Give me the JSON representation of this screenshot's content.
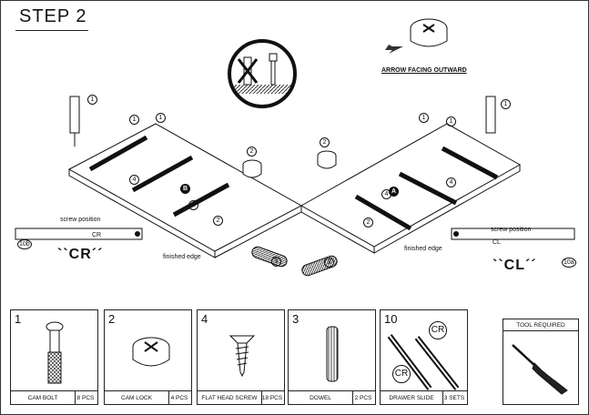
{
  "step_title": "STEP 2",
  "arrow_note": "ARROW FACING OUTWARD",
  "left_assembly": {
    "callouts": [
      "1",
      "1",
      "1",
      "4",
      "4",
      "2",
      "2",
      "3"
    ],
    "panel_letter": "B",
    "screw_position": "screw position",
    "finished_edge": "finished edge",
    "slide_tag": "10b",
    "slide_code": "CR",
    "side_label": "``CR´´"
  },
  "right_assembly": {
    "callouts": [
      "1",
      "1",
      "1",
      "4",
      "4",
      "2",
      "2",
      "3"
    ],
    "panel_letter": "A",
    "screw_position": "screw position",
    "finished_edge": "finished edge",
    "slide_tag": "10a",
    "slide_code": "CL",
    "side_label": "``CL´´"
  },
  "parts": [
    {
      "qty": "1",
      "name": "CAM BOLT",
      "pcs": "8 PCS"
    },
    {
      "qty": "2",
      "name": "CAM LOCK",
      "pcs": "4 PCS"
    },
    {
      "qty": "4",
      "name": "FLAT HEAD SCREW",
      "pcs": "18 PCS"
    },
    {
      "qty": "3",
      "name": "DOWEL",
      "pcs": "2 PCS"
    },
    {
      "qty": "10",
      "name": "DRAWER SLIDE",
      "pcs": "3 SETS",
      "tags": [
        "CR",
        "CR"
      ]
    }
  ],
  "tool": {
    "header": "TOOL REQUIRED",
    "icon": "screwdriver-icon"
  }
}
